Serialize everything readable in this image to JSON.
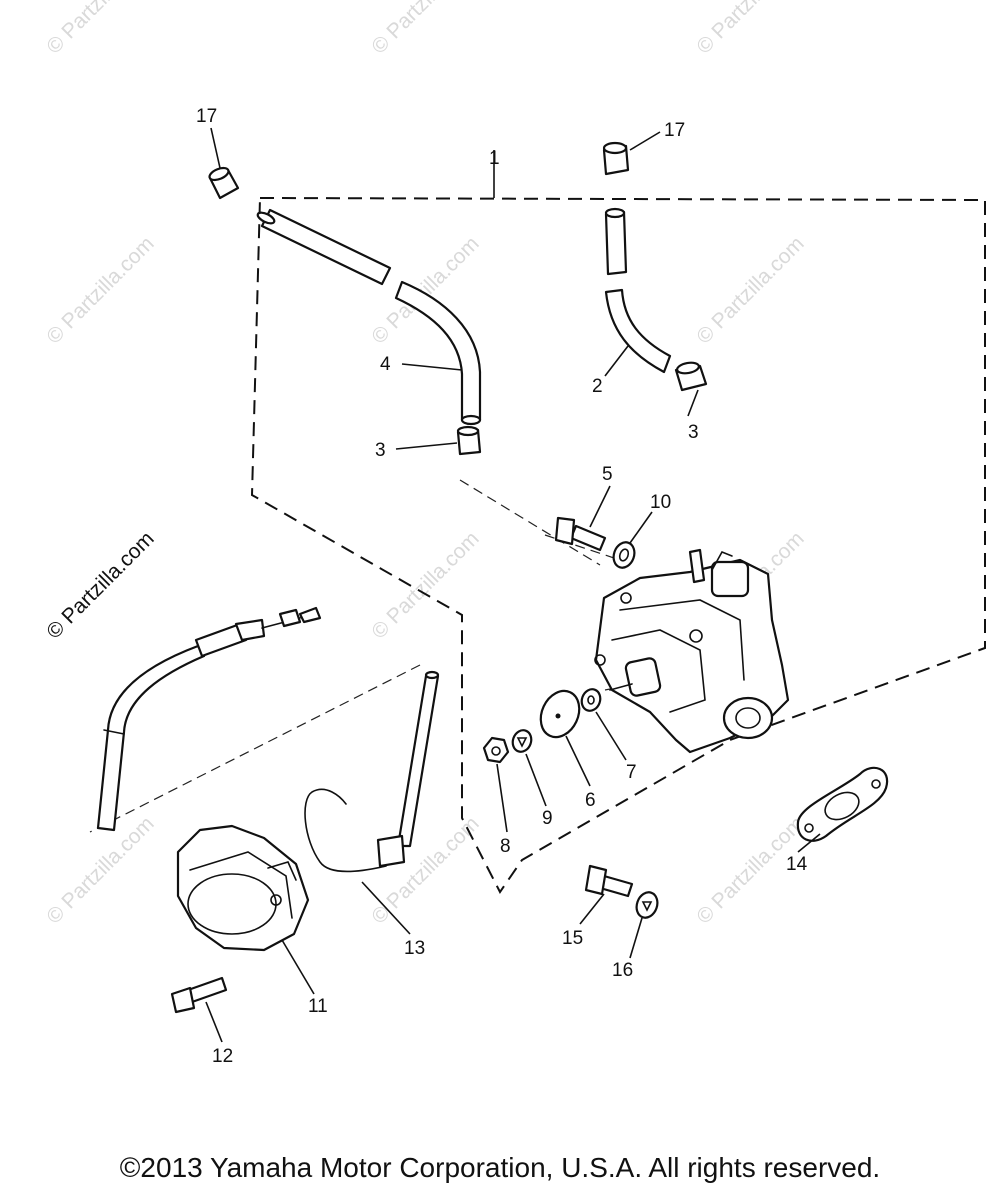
{
  "diagram": {
    "callouts": [
      {
        "id": "c1",
        "text": "1"
      },
      {
        "id": "c2",
        "text": "2"
      },
      {
        "id": "c3a",
        "text": "3"
      },
      {
        "id": "c3b",
        "text": "3"
      },
      {
        "id": "c4",
        "text": "4"
      },
      {
        "id": "c5",
        "text": "5"
      },
      {
        "id": "c6",
        "text": "6"
      },
      {
        "id": "c7",
        "text": "7"
      },
      {
        "id": "c8",
        "text": "8"
      },
      {
        "id": "c9",
        "text": "9"
      },
      {
        "id": "c10",
        "text": "10"
      },
      {
        "id": "c11",
        "text": "11"
      },
      {
        "id": "c12",
        "text": "12"
      },
      {
        "id": "c13",
        "text": "13"
      },
      {
        "id": "c14",
        "text": "14"
      },
      {
        "id": "c15",
        "text": "15"
      },
      {
        "id": "c16",
        "text": "16"
      },
      {
        "id": "c17a",
        "text": "17"
      },
      {
        "id": "c17b",
        "text": "17"
      }
    ],
    "watermark_text": "© Partzilla.com"
  },
  "footer": {
    "copyright": "©2013  Yamaha Motor Corporation, U.S.A. All rights reserved."
  }
}
